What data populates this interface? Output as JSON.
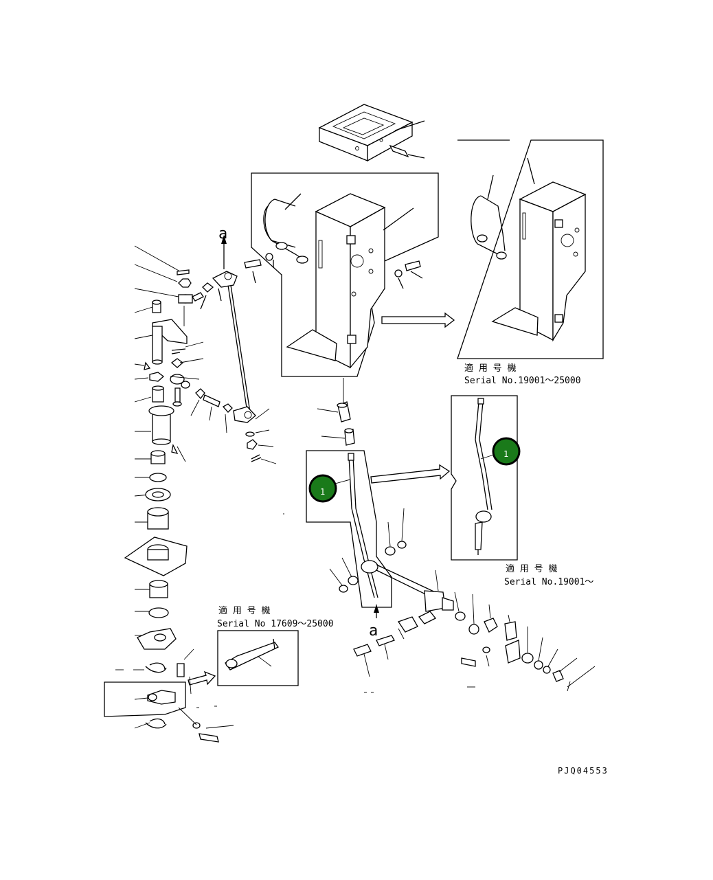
{
  "label_a_top": "a",
  "label_a_bottom": "a",
  "callout_1_left": "1",
  "callout_1_right": "1",
  "serial_block_1": {
    "heading": "適 用 号 機",
    "serial": "Serial No.19001～25000"
  },
  "serial_block_2": {
    "heading": "適 用 号 機",
    "serial": "Serial No.19001～"
  },
  "serial_block_3": {
    "heading": "適 用 号 機",
    "serial": "Serial No 17609～25000"
  },
  "drawing_code": "PJQ04553",
  "colors": {
    "callout_fill": "#1a7a1a",
    "line": "#000000"
  }
}
